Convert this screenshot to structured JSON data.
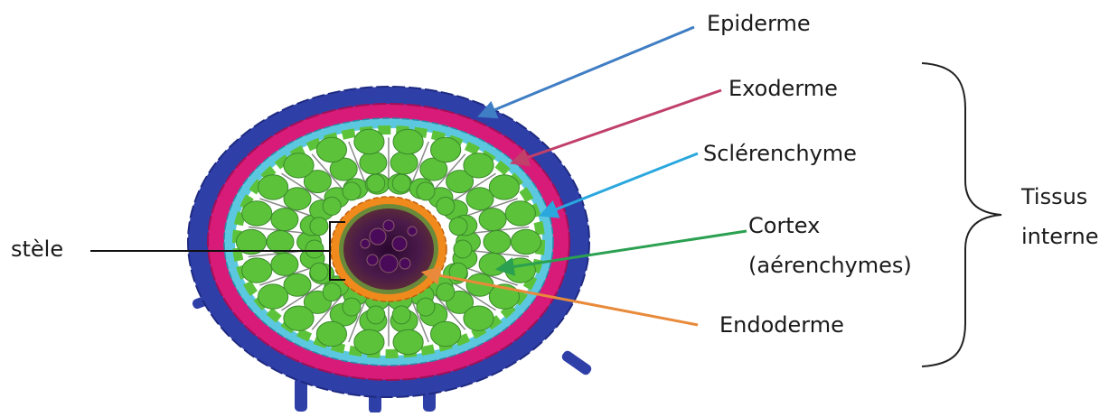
{
  "labels": {
    "epiderme": "Epiderme",
    "exoderme": "Exoderme",
    "sclerenchyme": "Sclérenchyme",
    "cortex_line1": "Cortex",
    "cortex_line2": "(aérenchymes)",
    "endoderme": "Endoderme",
    "stele": "stèle",
    "tissus_line1": "Tissus",
    "tissus_line2": "interne"
  },
  "colors": {
    "epiderme": "#2f3fa8",
    "exoderme": "#d81b78",
    "sclerenchyme": "#5cc8df",
    "cortex": "#5cc23a",
    "endoderme": "#f08a1c",
    "stele": "#3a1040",
    "arrow_epiderme": "#3f7ec4",
    "arrow_exoderme": "#c0406a",
    "arrow_sclerenchyme": "#2aa8de",
    "arrow_cortex": "#2aa050",
    "arrow_endoderme": "#e88a3a"
  }
}
